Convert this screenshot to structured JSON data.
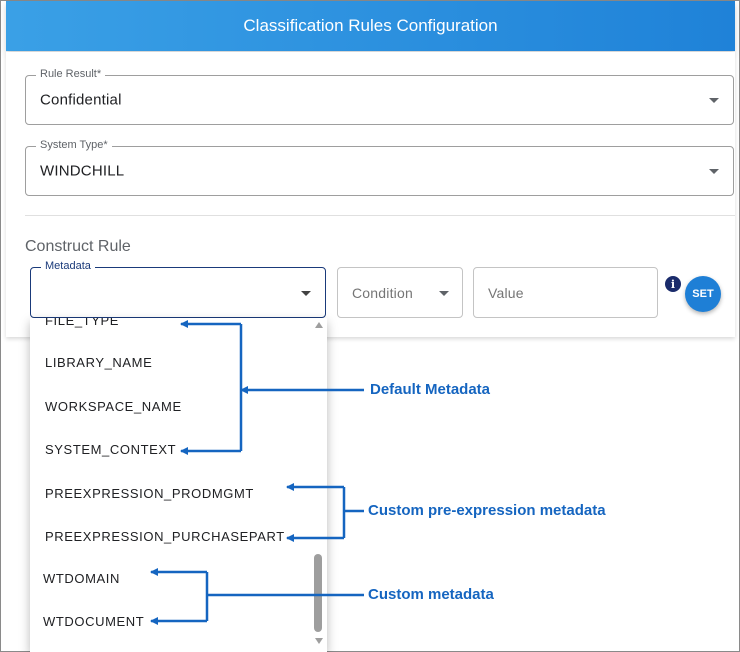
{
  "header": {
    "title": "Classification Rules Configuration"
  },
  "rule_result": {
    "label": "Rule Result*",
    "value": "Confidential"
  },
  "system_type": {
    "label": "System Type*",
    "value": "WINDCHILL"
  },
  "construct_rule": {
    "title": "Construct Rule",
    "metadata_label": "Metadata",
    "condition_placeholder": "Condition",
    "value_placeholder": "Value",
    "set_label": "SET"
  },
  "dropdown": {
    "options": [
      "FILE_TYPE",
      "LIBRARY_NAME",
      "WORKSPACE_NAME",
      "SYSTEM_CONTEXT",
      "PREEXPRESSION_PRODMGMT",
      "PREEXPRESSION_PURCHASEPART",
      "WTDOMAIN",
      "WTDOCUMENT"
    ]
  },
  "annotations": {
    "default_metadata": "Default Metadata",
    "custom_pre_expression": "Custom pre-expression metadata",
    "custom_metadata": "Custom metadata"
  },
  "colors": {
    "header": "#1f82d8",
    "annotation": "#1565c0",
    "set_button": "#1e7fd6"
  },
  "icons": {
    "info": "info-icon",
    "dropdown_caret": "caret-down-icon"
  }
}
